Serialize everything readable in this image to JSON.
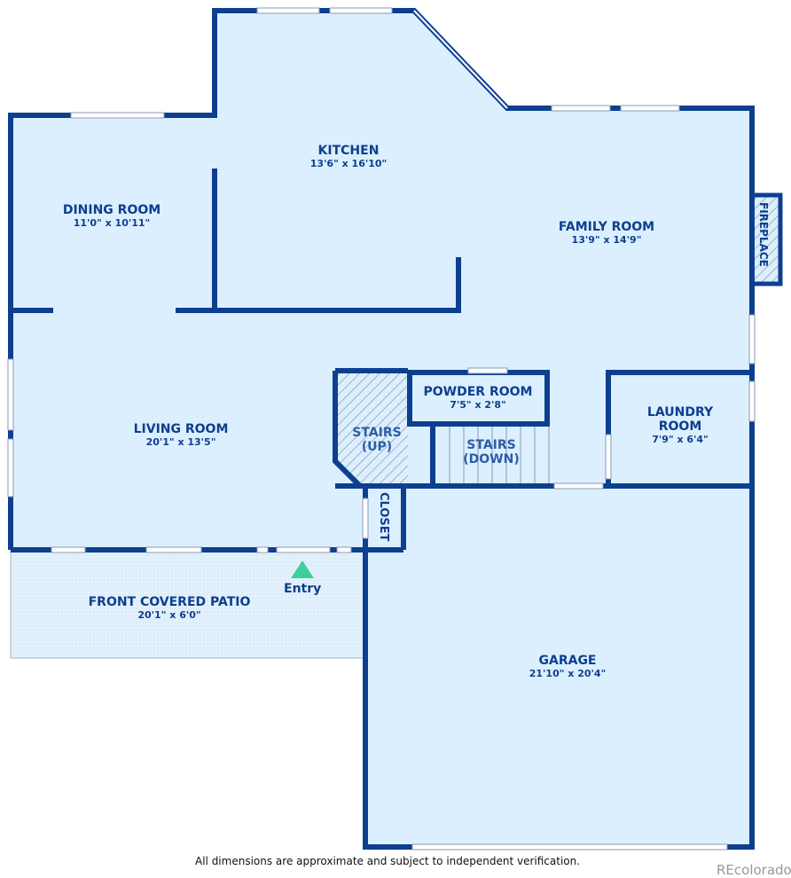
{
  "rooms": {
    "kitchen": {
      "name": "KITCHEN",
      "dims": "13'6\" x 16'10\""
    },
    "dining": {
      "name": "DINING ROOM",
      "dims": "11'0\" x 10'11\""
    },
    "family": {
      "name": "FAMILY ROOM",
      "dims": "13'9\" x 14'9\""
    },
    "living": {
      "name": "LIVING ROOM",
      "dims": "20'1\" x 13'5\""
    },
    "powder": {
      "name": "POWDER ROOM",
      "dims": "7'5\" x 2'8\""
    },
    "laundry": {
      "name1": "LAUNDRY",
      "name2": "ROOM",
      "dims": "7'9\" x 6'4\""
    },
    "stairs_up": {
      "line1": "STAIRS",
      "line2": "(UP)"
    },
    "stairs_down": {
      "line1": "STAIRS",
      "line2": "(DOWN)"
    },
    "closet": {
      "name": "CLOSET"
    },
    "fireplace": {
      "name": "FIREPLACE"
    },
    "patio": {
      "name": "FRONT COVERED PATIO",
      "dims": "20'1\" x 6'0\""
    },
    "garage": {
      "name": "GARAGE",
      "dims": "21'10\" x 20'4\""
    }
  },
  "entry_label": "Entry",
  "footer": "All dimensions are approximate and subject to independent verification.",
  "watermark": "REcolorado",
  "colors": {
    "wall": "#0d3f8f",
    "floor": "#dcefff",
    "entry": "#3fcf9f"
  }
}
